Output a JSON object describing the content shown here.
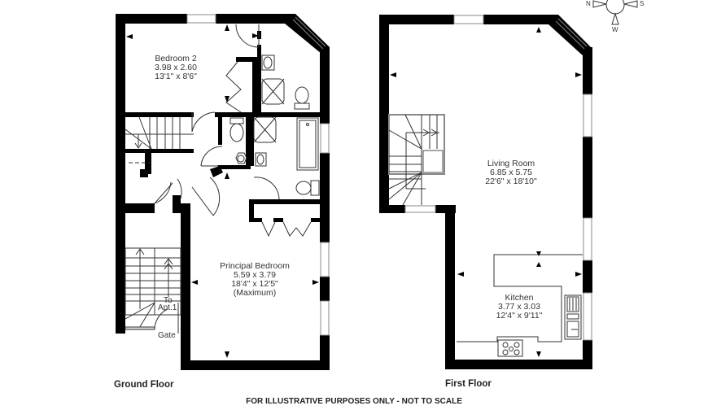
{
  "floors": [
    {
      "title": "Ground Floor",
      "rooms": [
        {
          "name": "Bedroom 2",
          "metric": "3.98 x 2.60",
          "imperial": "13'1\" x 8'6\"",
          "note": ""
        },
        {
          "name": "Principal Bedroom",
          "metric": "5.59 x 3.79",
          "imperial": "18'4\" x 12'5\"",
          "note": "(Maximum)"
        }
      ],
      "labels": {
        "to": "To",
        "apt": "Apt.1",
        "gate": "Gate"
      }
    },
    {
      "title": "First Floor",
      "rooms": [
        {
          "name": "Living Room",
          "metric": "6.85 x 5.75",
          "imperial": "22'6\" x 18'10\"",
          "note": ""
        },
        {
          "name": "Kitchen",
          "metric": "3.77 x 3.03",
          "imperial": "12'4\" x 9'11\"",
          "note": ""
        }
      ]
    }
  ],
  "compass": {
    "north": "N",
    "south": "S",
    "west": "W"
  },
  "disclaimer": "FOR ILLUSTRATIVE PURPOSES ONLY - NOT TO SCALE",
  "colors": {
    "wall": "#000000",
    "line": "#333333",
    "window": "#9a9a9a",
    "background": "#ffffff"
  }
}
